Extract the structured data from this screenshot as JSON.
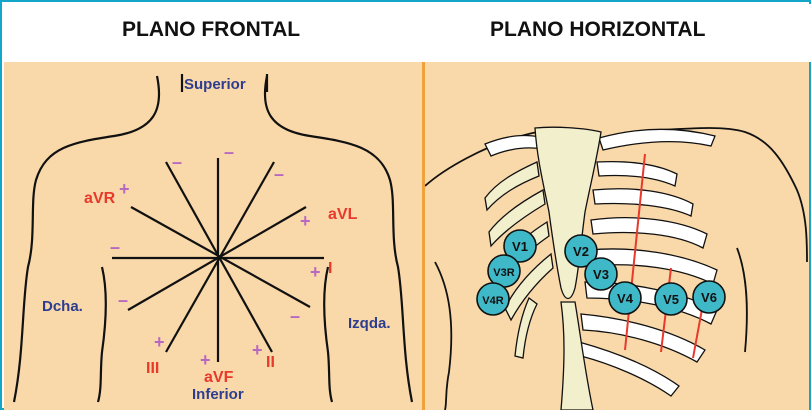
{
  "frontal": {
    "title": "PLANO FRONTAL",
    "superior": "Superior",
    "inferior": "Inferior",
    "right_side": "Dcha.",
    "left_side": "Izqda.",
    "leads": {
      "I": "I",
      "II": "II",
      "III": "III",
      "aVR": "aVR",
      "aVL": "aVL",
      "aVF": "aVF"
    },
    "plus": "+",
    "minus": "–"
  },
  "horizontal": {
    "title": "PLANO HORIZONTAL",
    "electrodes": {
      "v1": "V1",
      "v2": "V2",
      "v3": "V3",
      "v3r": "V3R",
      "v4": "V4",
      "v4r": "V4R",
      "v5": "V5",
      "v6": "V6"
    }
  },
  "colors": {
    "border": "#13a6c9",
    "skin": "#f9d8aa",
    "label_red": "#e8392b",
    "label_blue": "#2d3d8f",
    "sign_purple": "#b768c0",
    "electrode": "#3fb8c8",
    "bone": "#f2efcc"
  }
}
